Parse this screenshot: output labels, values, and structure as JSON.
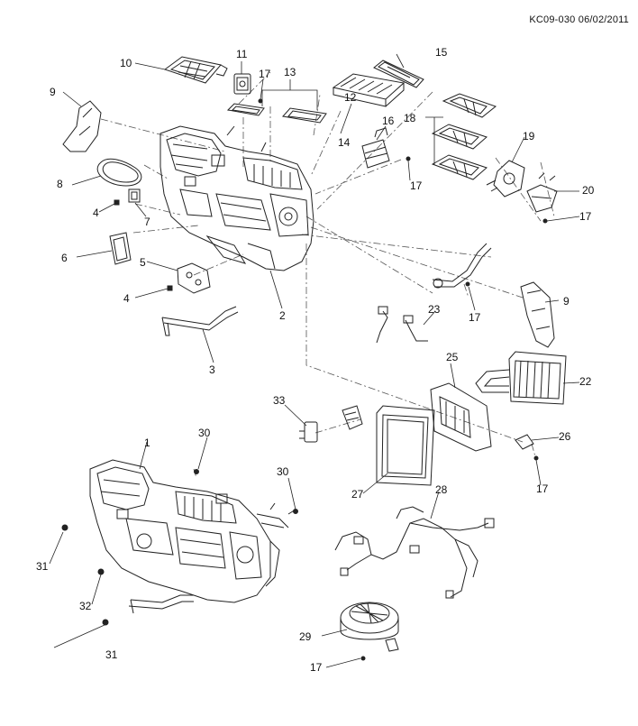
{
  "header": {
    "doc_code": "KC09-030 06/02/2011"
  },
  "callouts": [
    "1",
    "2",
    "3",
    "4",
    "4",
    "5",
    "6",
    "7",
    "8",
    "9",
    "9",
    "10",
    "11",
    "12",
    "13",
    "14",
    "15",
    "16",
    "17",
    "17",
    "17",
    "17",
    "17",
    "17",
    "18",
    "19",
    "20",
    "22",
    "23",
    "25",
    "26",
    "27",
    "28",
    "29",
    "30",
    "30",
    "31",
    "31",
    "32",
    "33"
  ]
}
